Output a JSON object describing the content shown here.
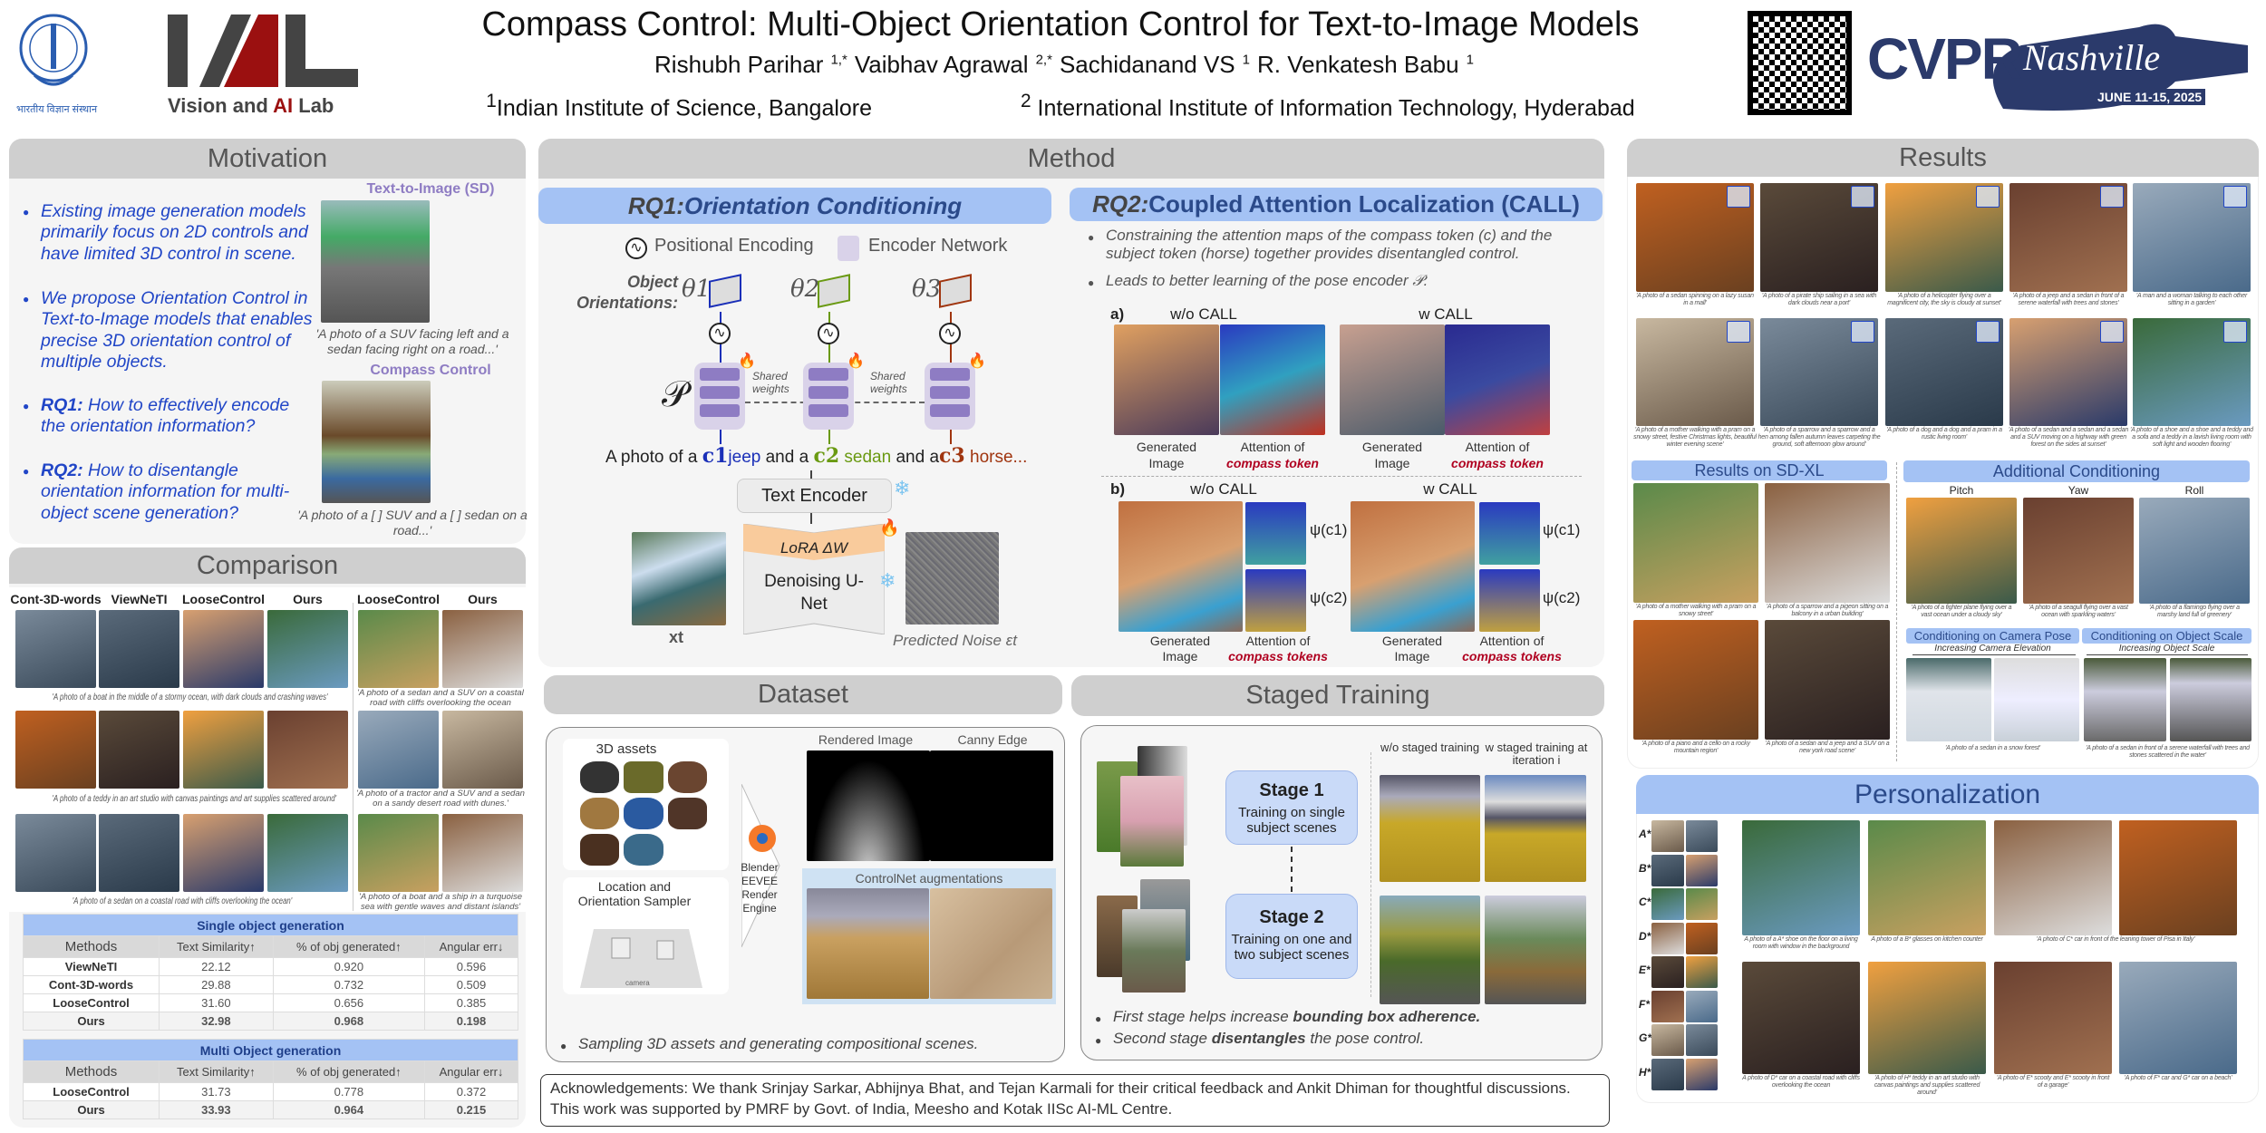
{
  "header": {
    "title": "Compass Control: Multi-Object Orientation Control for Text-to-Image Models",
    "authors": [
      {
        "name": "Rishubh Parihar",
        "sup": "1,*"
      },
      {
        "name": "Vaibhav Agrawal",
        "sup": "2,*"
      },
      {
        "name": "Sachidanand VS",
        "sup": "1"
      },
      {
        "name": "R. Venkatesh Babu",
        "sup": "1"
      }
    ],
    "affiliations": [
      {
        "sup": "1",
        "name": "Indian Institute of Science, Bangalore"
      },
      {
        "sup": "2",
        "name": "International Institute of Information Technology, Hyderabad"
      }
    ],
    "iisc_text": "भारतीय विज्ञान संस्थान",
    "lab_logo": "VAL",
    "lab_name_a": "Vision and ",
    "lab_name_b": "AI",
    "lab_name_c": " Lab",
    "cvpr": {
      "name": "CVPR",
      "city": "Nashville",
      "dates": "JUNE 11-15, 2025"
    }
  },
  "colors": {
    "blue": "#2146c7",
    "green": "#6a9a12",
    "brown": "#a0350f",
    "accent": "#a4c2f4",
    "red": "#b00020"
  },
  "motivation": {
    "title": "Motivation",
    "bullets": [
      {
        "lead": "",
        "text": "Existing image generation models primarily focus on 2D controls and have limited 3D control in scene."
      },
      {
        "lead": "",
        "text": "We propose Orientation Control in Text-to-Image models that enables precise 3D orientation control of multiple objects."
      },
      {
        "lead": "RQ1:",
        "text": " How to effectively encode the orientation information?"
      },
      {
        "lead": "RQ2:",
        "text": " How to disentangle orientation information for multi-object scene generation?"
      }
    ],
    "fig1_label": "Text-to-Image (SD)",
    "fig1_caption": "'A  photo of a SUV facing left and a sedan facing right on a road...'",
    "fig2_label": "Compass  Control",
    "fig2_caption": "'A photo of a [ ] SUV and a [ ] sedan on a road...'"
  },
  "comparison": {
    "title": "Comparison",
    "left_headers": [
      "Cont-3D-words",
      "ViewNeTI",
      "LooseControl",
      "Ours"
    ],
    "right_headers": [
      "LooseControl",
      "Ours"
    ],
    "left_captions": [
      "'A photo of a boat in the middle of a stormy ocean, with dark clouds and crashing waves'",
      "'A photo of a teddy in an art studio with canvas paintings and art supplies scattered around'",
      "'A photo of a sedan on a coastal road with cliffs overlooking the ocean'"
    ],
    "right_captions": [
      "'A photo of a sedan and a SUV on a coastal road with cliffs overlooking the ocean",
      "'A photo of a tractor and a SUV and a sedan on a sandy desert road with dunes.'",
      "'A photo of a boat and a ship in a turquoise sea with gentle waves and distant islands'"
    ],
    "tables": [
      {
        "title": "Single object generation",
        "columns": [
          "Methods",
          "Text Similarity↑",
          "% of obj generated↑",
          "Angular err↓"
        ],
        "rows": [
          [
            "ViewNeTI",
            "22.12",
            "0.920",
            "0.596"
          ],
          [
            "Cont-3D-words",
            "29.88",
            "0.732",
            "0.509"
          ],
          [
            "LooseControl",
            "31.60",
            "0.656",
            "0.385"
          ],
          [
            "Ours",
            "32.98",
            "0.968",
            "0.198"
          ]
        ]
      },
      {
        "title": "Multi Object generation",
        "columns": [
          "Methods",
          "Text Similarity↑",
          "% of obj generated↑",
          "Angular err↓"
        ],
        "rows": [
          [
            "LooseControl",
            "31.73",
            "0.778",
            "0.372"
          ],
          [
            "Ours",
            "33.93",
            "0.964",
            "0.215"
          ]
        ]
      }
    ]
  },
  "method": {
    "title": "Method",
    "rq1": {
      "prefix": "RQ1:",
      "title": " Orientation Conditioning",
      "legend_pe": "Positional Encoding",
      "legend_enc": "Encoder Network",
      "orient_label": "Object Orientations:",
      "thetas": [
        "θ1",
        "θ2",
        "θ3"
      ],
      "shared": "Shared weights",
      "pose_symbol": "𝒫",
      "prompt": [
        "A photo of a ",
        "c1",
        "jeep",
        " and a ",
        "c2",
        " sedan",
        " and a",
        "c3",
        " horse..."
      ],
      "text_encoder": "Text Encoder",
      "lora": "LoRA ΔW",
      "unet": "Denoising U-Net",
      "xt": "xt",
      "noise": "Predicted Noise εt"
    },
    "rq2": {
      "prefix": "RQ2:",
      "title": " Coupled Attention Localization (CALL)",
      "bullets": [
        "Constraining the attention maps of the compass token (c) and the subject token (horse) together provides disentangled control.",
        "Leads to better learning of the pose encoder 𝒫."
      ],
      "a_label": "a)",
      "b_label": "b)",
      "wo": "w/o CALL",
      "w": "w CALL",
      "gen_caption": "Generated Image",
      "att_caption": "Attention of",
      "att_token": "compass token",
      "att_tokens": "compass tokens",
      "psi1": "ψ(c1)",
      "psi2": "ψ(c2)"
    }
  },
  "dataset": {
    "title": "Dataset",
    "assets": "3D assets",
    "sampler": "Location and Orientation Sampler",
    "camera": "camera",
    "engine": "Blender EEVEE Render Engine",
    "rendered": "Rendered Image",
    "canny": "Canny Edge",
    "controlnet": "ControlNet augmentations",
    "bullet": "Sampling 3D assets and generating compositional scenes."
  },
  "staged": {
    "title": "Staged Training",
    "stage1_title": "Stage 1",
    "stage1_text": "Training on single subject scenes",
    "stage2_title": "Stage 2",
    "stage2_text": "Training on one and two subject scenes",
    "wo": "w/o staged training",
    "w": "w staged training at iteration i",
    "bullets": [
      {
        "a": "First stage helps increase ",
        "b": "bounding box adherence.",
        "c": ""
      },
      {
        "a": "Second stage ",
        "b": "disentangles",
        "c": " the pose control."
      }
    ]
  },
  "ack": "Acknowledgements: We thank Srinjay Sarkar, Abhijnya Bhat, and Tejan Karmali for their critical feedback and Ankit Dhiman for thoughtful discussions. This work was supported by PMRF by Govt. of India, Meesho and Kotak IISc AI-ML Centre.",
  "results": {
    "title": "Results",
    "captions": [
      "'A photo of a sedan spinning on a lazy susan in a mall'",
      "'A photo of a pirate ship sailing in a sea with dark clouds near a port'",
      "'A photo of a helicopter flying over a magnificent city, the sky is cloudy at sunset'",
      "'A photo of a jeep and a sedan in front of a serene waterfall with trees and stones'",
      "'A man and a woman talking to each other sitting in a garden'",
      "'A photo of a mother walking with a pram on a snowy street, festive Christmas lights, beautiful winter evening scene'",
      "'A photo of a sparrow and a sparrow and a hen among fallen autumn leaves carpeting the ground, soft afternoon glow around'",
      "'A photo of a dog and a dog and a pram in a rustic living room'",
      "'A photo of a sedan and a sedan and a sedan and a SUV moving on a highway with green forest on the sides at sunset'",
      "'A photo of a shoe and a shoe and a teddy and a sofa and a teddy in a lavish living room with soft light and wooden flooring'"
    ],
    "sdxl": {
      "title": "Results on SD-XL",
      "captions": [
        "'A photo of a mother walking with a pram on a snowy street'",
        "'A photo of a sparrow and a pigeon sitting on a balcony in a urban building'",
        "'A photo of a piano and a cello on a rocky mountain region'",
        "'A photo of a sedan and a jeep and a SUV on a new york road scene'"
      ]
    },
    "additional": {
      "title": "Additional Conditioning",
      "axes": [
        "Pitch",
        "Yaw",
        "Roll"
      ],
      "captions": [
        "'A photo of a fighter plane flying over a vast ocean under a cloudy sky'",
        "'A photo of a seagull flying over a vast ocean with sparkling waters'",
        "'A photo of a flamingo flying over a marshy land full of greenery'"
      ]
    },
    "camera": {
      "title": "Conditioning on Camera Pose",
      "subtitle": "Increasing Camera Elevation",
      "caption": "'A photo of a sedan in a snow forest'"
    },
    "scale": {
      "title": "Conditioning on Object Scale",
      "subtitle": "Increasing Object Scale",
      "caption": "'A photo of a sedan in front of a serene waterfall with trees and stones scattered in the water'"
    }
  },
  "personalization": {
    "title": "Personalization",
    "subjects": [
      "A*",
      "B*",
      "C*",
      "D*",
      "E*",
      "F*",
      "G*",
      "H*"
    ],
    "captions": [
      "A photo of a A* shoe on the floor on a living room with window in the background",
      "A photo of a B* glasses on kitchen counter",
      "'A photo of C* car in front of the leaning tower of Pisa in Italy'",
      "A photo of D* car on a coastal road with cliffs overlooking the ocean",
      "'A photo of H* teddy in an art studio with canvas paintings and supplies scattered around'",
      "'A photo of E* scooty and E* scooty in front of a garage'",
      "'A photo of F* car and G* car on a beach'"
    ]
  }
}
